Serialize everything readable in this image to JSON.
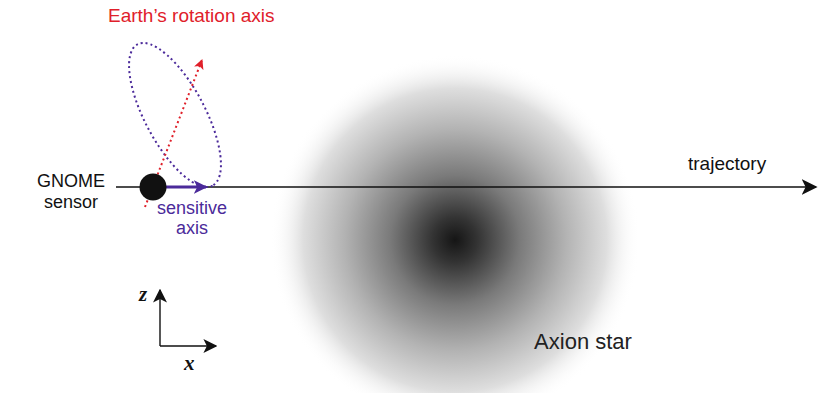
{
  "diagram": {
    "nodes": [
      {
        "text": [
          "GNOME sensor"
        ]
      },
      {
        "text": [
          "Axion star"
        ]
      }
    ],
    "labels": [
      "Earth’s rotation axis",
      "sensitive axis",
      "trajectory",
      "z",
      "x"
    ]
  }
}
